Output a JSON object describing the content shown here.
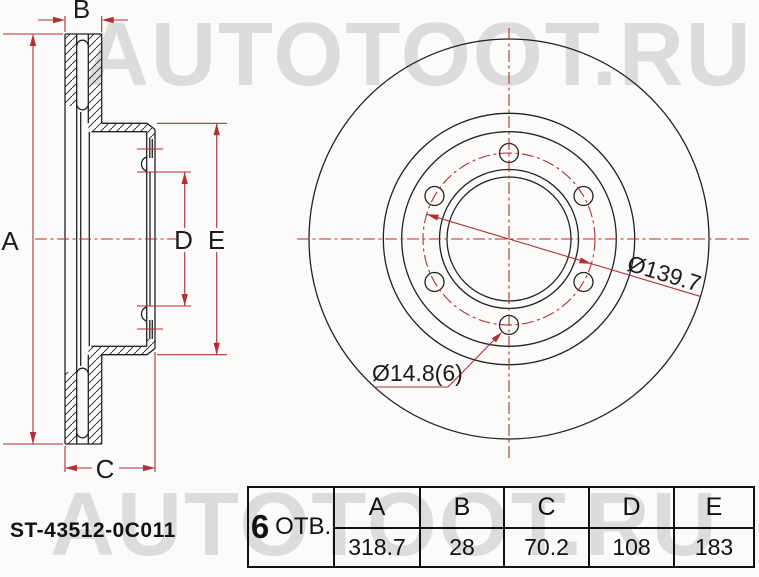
{
  "watermark": {
    "text": "AUTOTOOT.RU",
    "color": "#dcdcdc"
  },
  "part_number": "ST-43512-0C011",
  "section_view": {
    "dim_a": "A",
    "dim_b": "B",
    "dim_c": "C",
    "dim_d": "D",
    "dim_e": "E"
  },
  "front_view": {
    "bolt_circle_diameter": "Ø139.7",
    "hole_diameter": "Ø14.8(6)",
    "hole_count_on_circle": 6
  },
  "spec_table": {
    "holes_count": "6",
    "holes_unit": "ОТВ.",
    "columns": [
      {
        "label": "A",
        "value": "318.7"
      },
      {
        "label": "B",
        "value": "28"
      },
      {
        "label": "C",
        "value": "70.2"
      },
      {
        "label": "D",
        "value": "108"
      },
      {
        "label": "E",
        "value": "183"
      }
    ]
  },
  "colors": {
    "dimension_red": "#b03035",
    "line_black": "#222222",
    "watermark_gray": "#dcdcdc"
  }
}
